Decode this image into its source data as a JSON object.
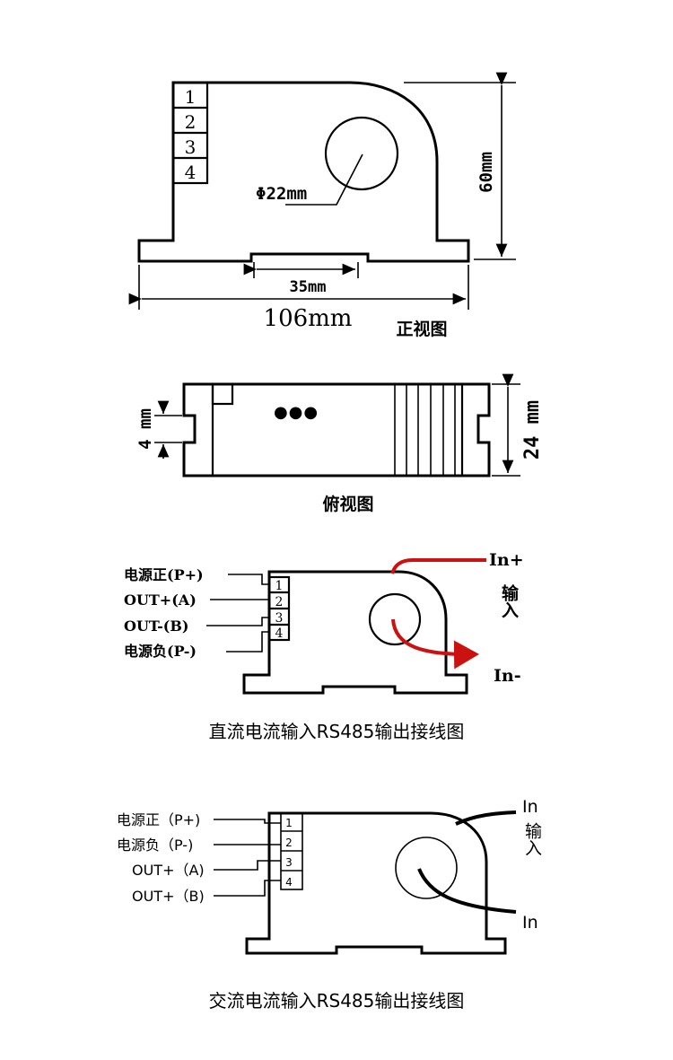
{
  "front_view": {
    "pins": [
      "1",
      "2",
      "3",
      "4"
    ],
    "hole_label": "Φ22mm",
    "height_label": "60mm",
    "notch_label": "35mm",
    "width_label": "106mm",
    "caption": "正视图"
  },
  "top_view": {
    "slot_label": "4 mm",
    "height_label": "24 mm",
    "dots": "●●●",
    "caption": "俯视图"
  },
  "dc_wiring": {
    "labels": [
      "电源正(P+)",
      "OUT+(A)",
      "OUT-(B)",
      "电源负(P-)"
    ],
    "pins": [
      "1",
      "2",
      "3",
      "4"
    ],
    "in_plus": "In+",
    "input": "输入",
    "in_minus": "In-",
    "caption": "直流电流输入RS485输出接线图",
    "colors": {
      "arrow": "#cc1111"
    }
  },
  "ac_wiring": {
    "labels": [
      "电源正（P+)",
      "电源负（P-)",
      "OUT+（A)",
      "OUT+（B)"
    ],
    "pins": [
      "1",
      "2",
      "3",
      "4"
    ],
    "in_top": "In",
    "input": "输入",
    "in_bottom": "In",
    "caption": "交流电流输入RS485输出接线图"
  }
}
